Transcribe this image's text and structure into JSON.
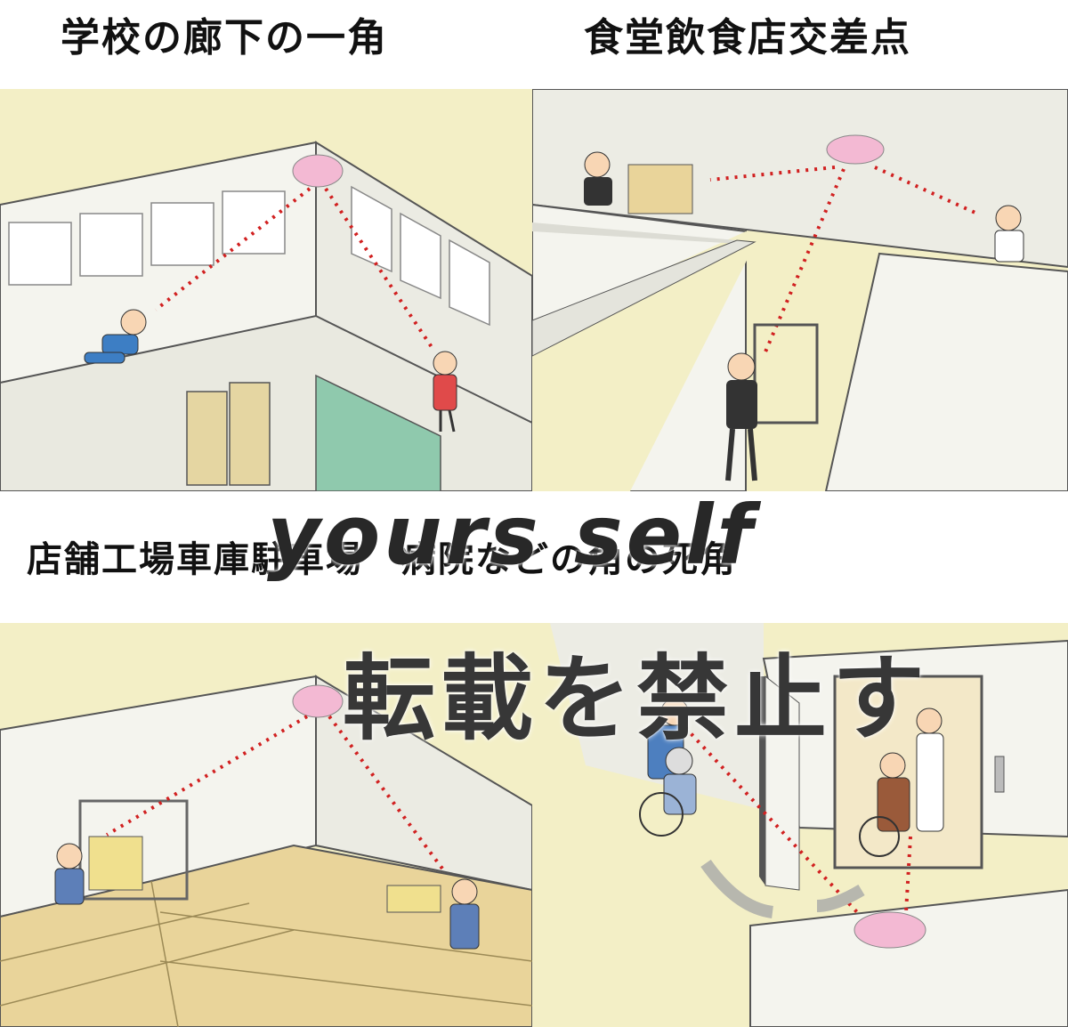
{
  "captions": {
    "top_left": "学校の廊下の一角",
    "top_right": "食堂飲食店交差点",
    "middle": "店舗工場車庫駐車場　病院などの角の死角"
  },
  "watermarks": {
    "english": "yours self",
    "japanese": "転載を禁止す"
  },
  "colors": {
    "wall": "#f4f4ee",
    "floor": "#f3efc6",
    "mirror": "#f3b9d3",
    "dotted_line": "#d12020",
    "box": "#e9d49a",
    "arrow_gray": "#b7b7ae"
  }
}
